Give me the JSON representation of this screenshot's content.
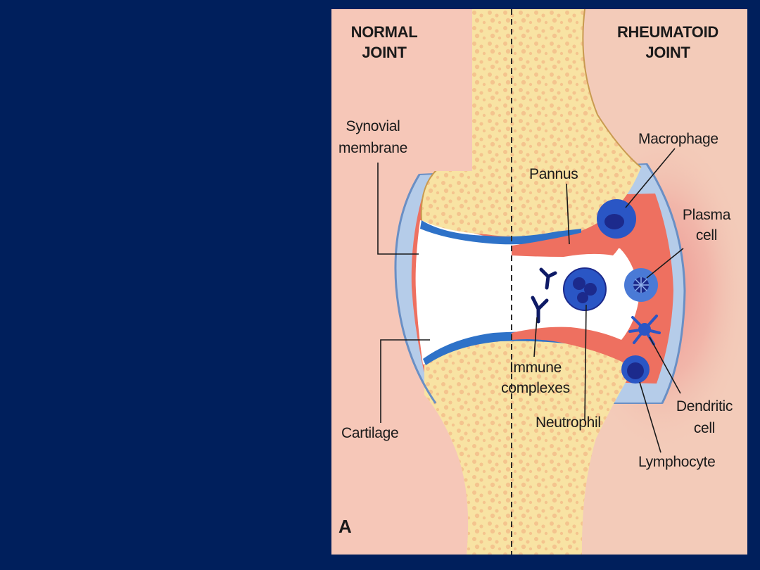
{
  "figure": {
    "headers": {
      "normal": "NORMAL\nJOINT",
      "rheumatoid": "RHEUMATOID\nJOINT"
    },
    "labels": {
      "synovial_membrane": "Synovial\nmembrane",
      "cartilage": "Cartilage",
      "pannus": "Pannus",
      "macrophage": "Macrophage",
      "plasma_cell": "Plasma\ncell",
      "immune_complexes": "Immune\ncomplexes",
      "neutrophil": "Neutrophil",
      "dendritic_cell": "Dendritic\ncell",
      "lymphocyte": "Lymphocyte"
    },
    "panel_letter": "A"
  },
  "colors": {
    "slide_background": "#001f5c",
    "normal_side_background": "#f6c7b8",
    "rheumatoid_side_background": "#f3cbb9",
    "inflammation_glow": "#ec8a88",
    "bone": "#f8e3a3",
    "bone_spots": "#f3c18c",
    "capsule": "#b5cce9",
    "cartilage": "#2e72c8",
    "synovium": "#ee7060",
    "joint_space": "#ffffff",
    "cell": "#2a56c5",
    "cell_nucleus": "#1c2a8c",
    "antibody": "#0e1a66"
  }
}
